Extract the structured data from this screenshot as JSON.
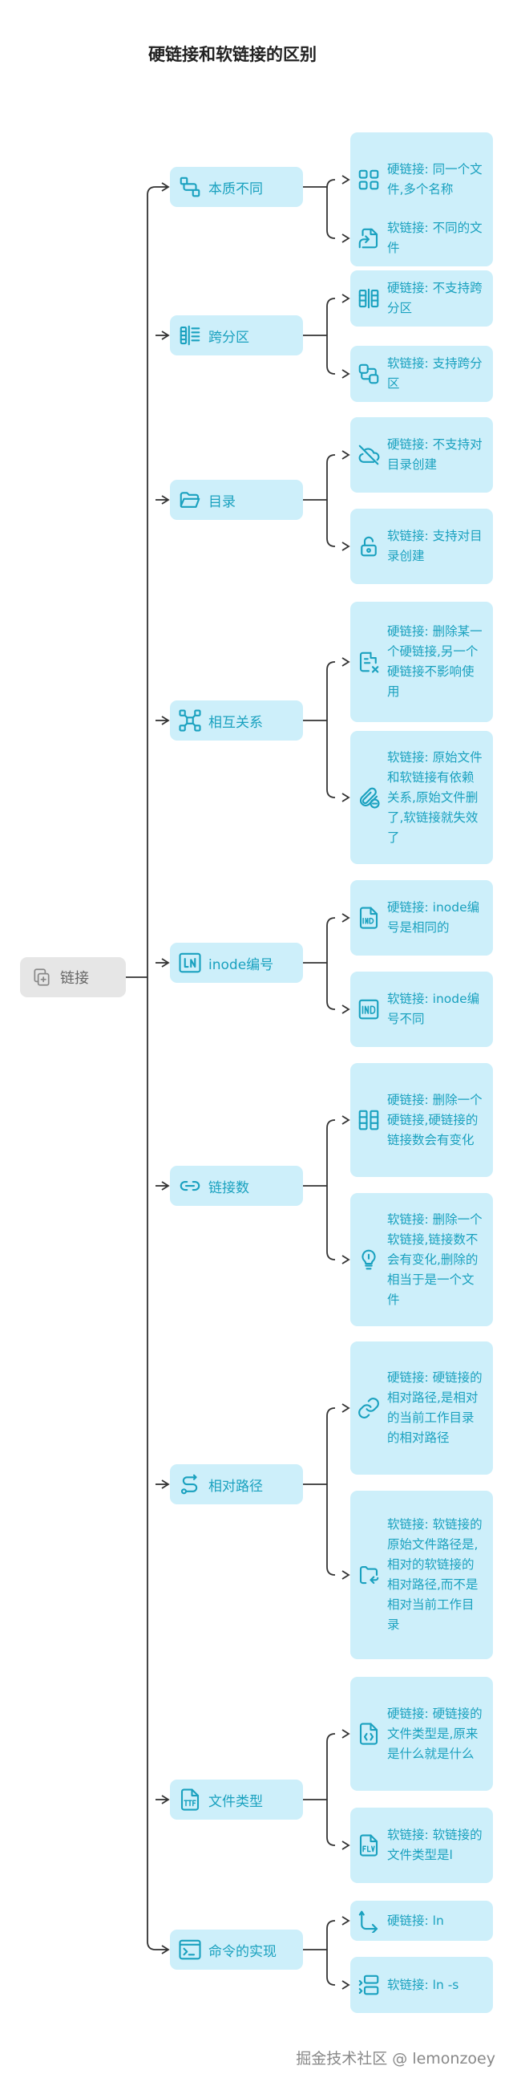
{
  "title": "硬链接和软链接的区别",
  "root": {
    "label": "链接",
    "icon": "file-plus-icon"
  },
  "categories": [
    {
      "label": "本质不同",
      "icon": "merge-icon",
      "items": [
        {
          "label": "硬链接: 同一个文件,多个名称",
          "icon": "layout-grid-icon"
        },
        {
          "label": "软链接: 不同的文件",
          "icon": "file-shortcut-icon"
        }
      ]
    },
    {
      "label": "跨分区",
      "icon": "partition-icon",
      "items": [
        {
          "label": "硬链接: 不支持跨分区",
          "icon": "partition-split-icon"
        },
        {
          "label": "软链接: 支持跨分区",
          "icon": "partition-link-icon"
        }
      ]
    },
    {
      "label": "目录",
      "icon": "folder-open-icon",
      "items": [
        {
          "label": "硬链接: 不支持对目录创建",
          "icon": "cloud-off-icon"
        },
        {
          "label": "软链接: 支持对目录创建",
          "icon": "lock-open-icon"
        }
      ]
    },
    {
      "label": "相互关系",
      "icon": "network-icon",
      "items": [
        {
          "label": "硬链接: 删除某一个硬链接,另一个硬链接不影响使用",
          "icon": "file-x-icon"
        },
        {
          "label": "软链接: 原始文件和软链接有依赖关系,原始文件删了,软链接就失效了",
          "icon": "paperclip-minus-icon"
        }
      ]
    },
    {
      "label": "inode编号",
      "icon": "ln-badge-icon",
      "items": [
        {
          "label": "硬链接: inode编号是相同的",
          "icon": "inode-file-icon"
        },
        {
          "label": "软链接: inode编号不同",
          "icon": "inode-badge-icon"
        }
      ]
    },
    {
      "label": "链接数",
      "icon": "link-icon",
      "items": [
        {
          "label": "硬链接: 删除一个硬链接,硬链接的链接数会有变化",
          "icon": "columns-split-icon"
        },
        {
          "label": "软链接: 删除一个软链接,链接数不会有变化,删除的相当于是一个文件",
          "icon": "bulb-icon"
        }
      ]
    },
    {
      "label": "相对路径",
      "icon": "route-icon",
      "items": [
        {
          "label": "硬链接: 硬链接的相对路径,是相对的当前工作目录的相对路径",
          "icon": "link-chain-icon"
        },
        {
          "label": "软链接: 软链接的原始文件路径是,相对的软链接的相对路径,而不是相对当前工作目录",
          "icon": "folder-return-icon"
        }
      ]
    },
    {
      "label": "文件类型",
      "icon": "ttf-file-icon",
      "items": [
        {
          "label": "硬链接: 硬链接的文件类型是,原来是什么就是什么",
          "icon": "file-brackets-icon"
        },
        {
          "label": "软链接: 软链接的文件类型是l",
          "icon": "flv-file-icon"
        }
      ]
    },
    {
      "label": "命令的实现",
      "icon": "terminal-icon",
      "items": [
        {
          "label": "硬链接: ln",
          "icon": "corner-arrow-icon"
        },
        {
          "label": "软链接: ln -s",
          "icon": "list-stack-icon"
        }
      ]
    }
  ],
  "footer": "掘金技术社区 @ lemonzoey",
  "colors": {
    "accent": "#1aa1bf",
    "node_fill": "#cdeffa",
    "root_fill": "#e6e6e6",
    "line": "#333333"
  }
}
